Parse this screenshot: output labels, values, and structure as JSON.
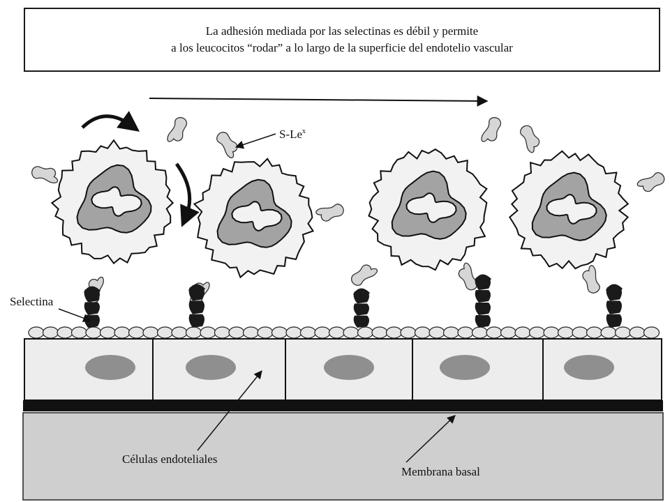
{
  "caption": {
    "line1": "La adhesión mediada por las selectinas es débil y permite",
    "line2": "a los leucocitos “rodar” a lo largo de la superficie del endotelio vascular"
  },
  "labels": {
    "sle": "S-Le",
    "sle_superscript": "x",
    "selectina": "Selectina",
    "endothelial": "Células endoteliales",
    "basal": "Membrana basal"
  },
  "colors": {
    "cell_fill": "#f2f2f2",
    "nucleus_fill": "#a3a3a3",
    "sle_fill": "#d6d6d6",
    "selectin_fill": "#1a1a1a",
    "endothelium_fill": "#ededed",
    "basal_membrane": "#111111",
    "tissue_fill": "#cfcfcf"
  }
}
